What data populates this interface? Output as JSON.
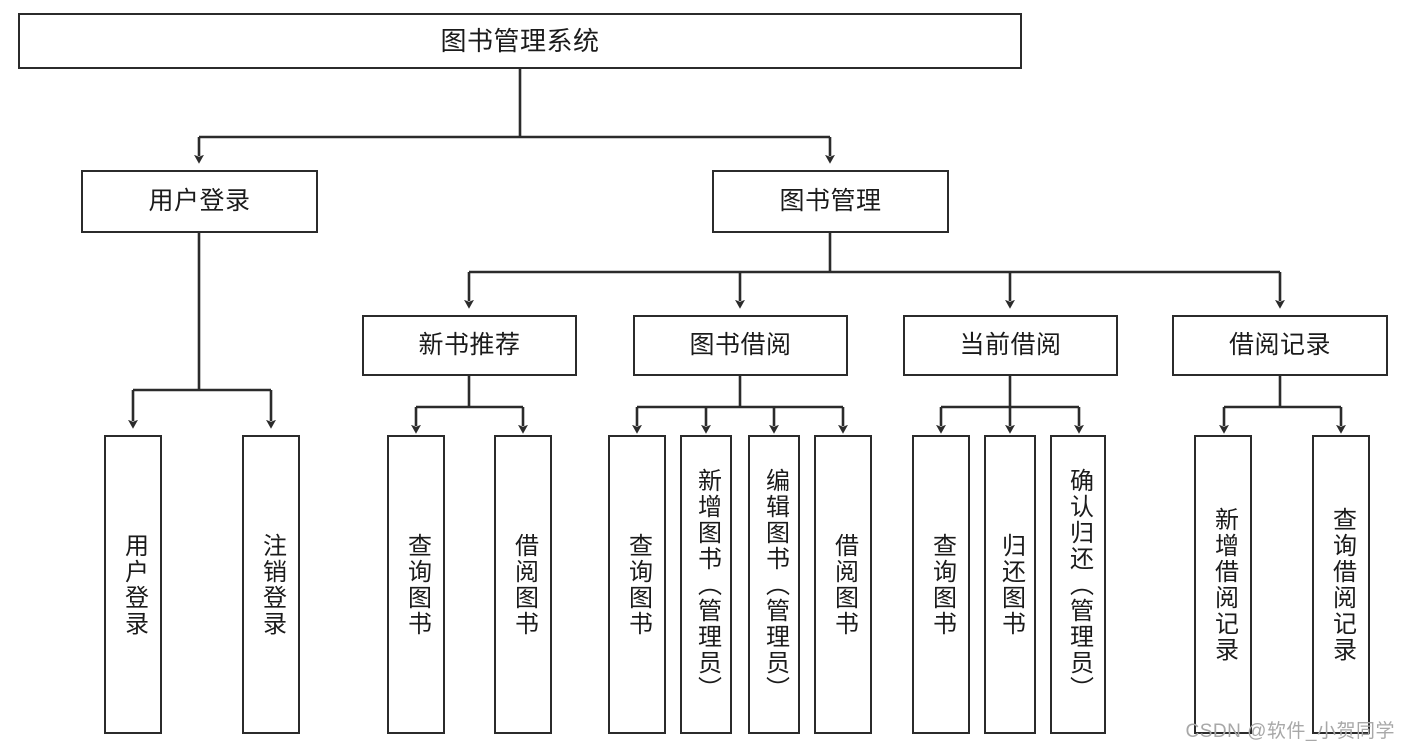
{
  "diagram": {
    "type": "tree-hierarchy-chart",
    "title": "图书管理系统",
    "stroke_color": "#2b2b2b",
    "background_color": "#ffffff",
    "text_color": "#1b1b1b",
    "watermark": "CSDN @软件_小贺同学",
    "levels": {
      "level1": [
        {
          "id": "root",
          "label": "图书管理系统",
          "orientation": "horizontal"
        }
      ],
      "level2": [
        {
          "id": "user-login",
          "label": "用户登录",
          "orientation": "horizontal",
          "parent": "root"
        },
        {
          "id": "book-manage",
          "label": "图书管理",
          "orientation": "horizontal",
          "parent": "root"
        }
      ],
      "level3": [
        {
          "id": "new-book-recommend",
          "label": "新书推荐",
          "orientation": "horizontal",
          "parent": "book-manage"
        },
        {
          "id": "book-borrow",
          "label": "图书借阅",
          "orientation": "horizontal",
          "parent": "book-manage"
        },
        {
          "id": "current-borrow",
          "label": "当前借阅",
          "orientation": "horizontal",
          "parent": "book-manage"
        },
        {
          "id": "borrow-record",
          "label": "借阅记录",
          "orientation": "horizontal",
          "parent": "book-manage"
        }
      ],
      "leaves": [
        {
          "id": "leaf-user-login",
          "label": "用户登录",
          "orientation": "vertical",
          "parent": "user-login"
        },
        {
          "id": "leaf-logout-login",
          "label": "注销登录",
          "orientation": "vertical",
          "parent": "user-login"
        },
        {
          "id": "leaf-query-book-1",
          "label": "查询图书",
          "orientation": "vertical",
          "parent": "new-book-recommend"
        },
        {
          "id": "leaf-borrow-book-1",
          "label": "借阅图书",
          "orientation": "vertical",
          "parent": "new-book-recommend"
        },
        {
          "id": "leaf-query-book-2",
          "label": "查询图书",
          "orientation": "vertical",
          "parent": "book-borrow"
        },
        {
          "id": "leaf-add-book-admin",
          "label": "新增图书（管理员）",
          "orientation": "vertical",
          "parent": "book-borrow"
        },
        {
          "id": "leaf-edit-book-admin",
          "label": "编辑图书（管理员）",
          "orientation": "vertical",
          "parent": "book-borrow"
        },
        {
          "id": "leaf-borrow-book-2",
          "label": "借阅图书",
          "orientation": "vertical",
          "parent": "book-borrow"
        },
        {
          "id": "leaf-query-book-3",
          "label": "查询图书",
          "orientation": "vertical",
          "parent": "current-borrow"
        },
        {
          "id": "leaf-return-book",
          "label": "归还图书",
          "orientation": "vertical",
          "parent": "current-borrow"
        },
        {
          "id": "leaf-confirm-return-admin",
          "label": "确认归还（管理员）",
          "orientation": "vertical",
          "parent": "current-borrow"
        },
        {
          "id": "leaf-add-borrow-record",
          "label": "新增借阅记录",
          "orientation": "vertical",
          "parent": "borrow-record"
        },
        {
          "id": "leaf-query-borrow-record",
          "label": "查询借阅记录",
          "orientation": "vertical",
          "parent": "borrow-record"
        }
      ]
    }
  }
}
